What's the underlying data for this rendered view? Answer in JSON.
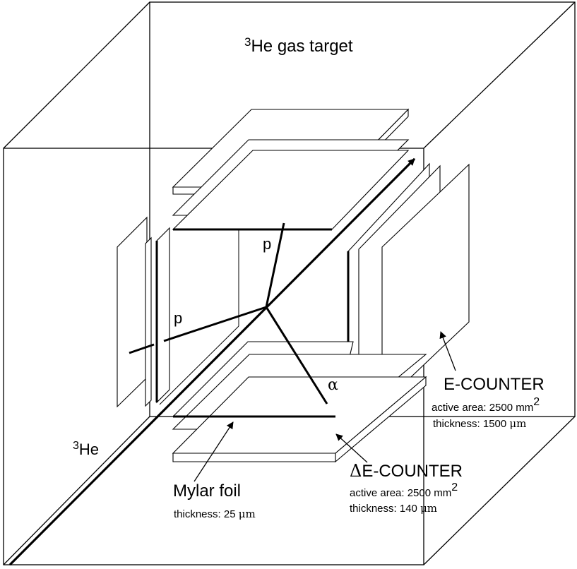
{
  "diagram": {
    "title": {
      "sup": "3",
      "text": "He gas target"
    },
    "beam": {
      "sup": "3",
      "text": "He"
    },
    "tracks": {
      "proton_upper": "p",
      "proton_left": "p",
      "alpha": "α"
    },
    "e_counter": {
      "name": "E-COUNTER",
      "area_text": "active area: 2500 mm",
      "area_sup": "2",
      "thickness_text": "thickness: 1500 ",
      "thickness_unit": "μm"
    },
    "de_counter": {
      "delta": "Δ",
      "name": "E-COUNTER",
      "area_text": "active area: 2500 mm",
      "area_sup": "2",
      "thickness_text": "thickness: 140 ",
      "thickness_unit": "μm"
    },
    "mylar": {
      "name": "Mylar foil",
      "thickness_text": "thickness: 25 ",
      "thickness_unit": "μm"
    },
    "colors": {
      "stroke": "#000000",
      "fill": "#ffffff"
    }
  }
}
